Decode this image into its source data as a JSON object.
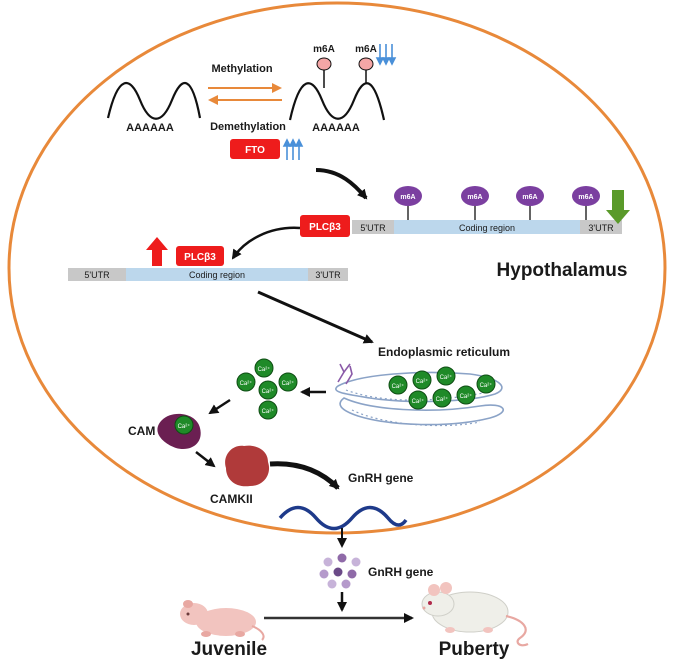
{
  "colors": {
    "ellipse_stroke": "#e8893a",
    "red_box": "#ee1c1c",
    "mrna_coding": "#bcd7ec",
    "mrna_utr": "#c8c8c8",
    "m6a_purple": "#7b3fa0",
    "m6a_pink": "#f4a6a6",
    "calcium_green": "#1f8a28",
    "blue_arrows": "#4a90d9",
    "green_down_arrow": "#5a9a2a",
    "red_up_arrow": "#ee1c1c",
    "cam": "#6b1f52",
    "camkii": "#b03a3a",
    "gnrh_wave": "#1e3a8a",
    "mouse_skin": "#f2c4bf"
  },
  "methylation": {
    "methylation_label": "Methylation",
    "demethylation_label": "Demethylation",
    "polyA_left": "AAAAAA",
    "polyA_right": "AAAAAA",
    "m6a_mark_1": "m6A",
    "m6a_mark_2": "m6A"
  },
  "fto": {
    "label": "FTO"
  },
  "upper_mrna": {
    "utr5": "5'UTR",
    "coding": "Coding region",
    "utr3": "3'UTR",
    "m6a_sites": [
      "m6A",
      "m6A",
      "m6A",
      "m6A"
    ]
  },
  "plc_upper": {
    "label": "PLCβ3"
  },
  "lower_mrna": {
    "plc_label": "PLCβ3",
    "utr5": "5'UTR",
    "coding": "Coding region",
    "utr3": "3'UTR"
  },
  "region_label": "Hypothalamus",
  "er": {
    "label": "Endoplasmic reticulum",
    "ca_label": "Ca²⁺"
  },
  "cam": {
    "label": "CAM"
  },
  "camkii": {
    "label": "CAMKII"
  },
  "gnrh": {
    "gene_label_1": "GnRH gene",
    "gene_label_2": "GnRH gene"
  },
  "stages": {
    "juvenile": "Juvenile",
    "puberty": "Puberty"
  }
}
